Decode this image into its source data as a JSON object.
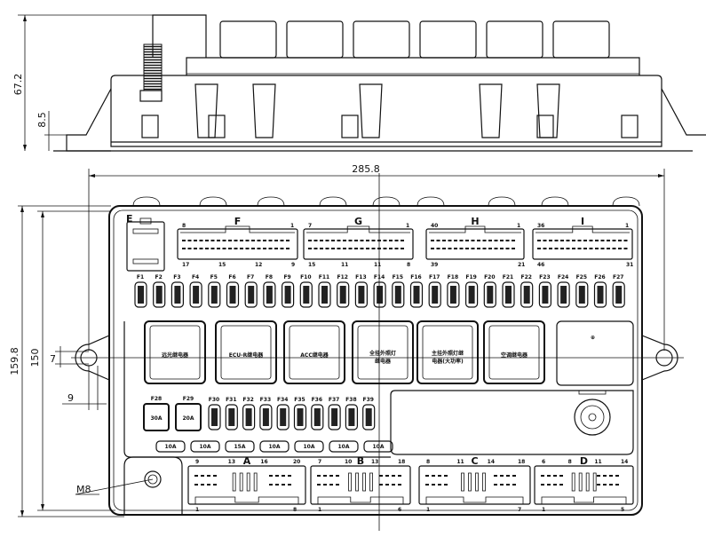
{
  "dimensions": {
    "height_total": "67.2",
    "foot_height": "8.5",
    "width_overall": "285.8",
    "depth_overall": "159.8",
    "depth_inner": "150",
    "ear_offset": "7",
    "ear_width": "9",
    "bolt_thread": "M8"
  },
  "connectors_top": [
    {
      "id": "E"
    },
    {
      "id": "F",
      "pins_top": [
        "8",
        "1"
      ],
      "pins_bottom": [
        "17",
        "15",
        "12",
        "9"
      ]
    },
    {
      "id": "G",
      "pins_top": [
        "7",
        "1"
      ],
      "pins_bottom": [
        "15",
        "11",
        "11",
        "8"
      ]
    },
    {
      "id": "H",
      "pins_top": [
        "40",
        "1"
      ],
      "pins_bottom": [
        "39",
        "21"
      ]
    },
    {
      "id": "I",
      "pins_top": [
        "36",
        "1"
      ],
      "pins_bottom": [
        "46",
        "31"
      ]
    }
  ],
  "fuses_top": [
    "F1",
    "F2",
    "F3",
    "F4",
    "F5",
    "F6",
    "F7",
    "F8",
    "F9",
    "F10",
    "F11",
    "F12",
    "F13",
    "F14",
    "F15",
    "F16",
    "F17",
    "F18",
    "F19",
    "F20",
    "F21",
    "F22",
    "F23",
    "F24",
    "F25",
    "F26",
    "F27"
  ],
  "relays": [
    {
      "label": "远光继电器"
    },
    {
      "label": "ECU-R继电器"
    },
    {
      "label": "ACC继电器"
    },
    {
      "label": "全挂外照灯",
      "label2": "继电器"
    },
    {
      "label": "主挂外照灯继",
      "label2": "电器(大功率)"
    },
    {
      "label": "空调继电器"
    }
  ],
  "fuses_big": [
    {
      "id": "F28",
      "rating": "30A"
    },
    {
      "id": "F29",
      "rating": "20A"
    }
  ],
  "fuses_bottom": [
    "F30",
    "F31",
    "F32",
    "F33",
    "F34",
    "F35",
    "F36",
    "F37",
    "F38",
    "F39"
  ],
  "fuses_horizontal": [
    "10A",
    "10A",
    "15A",
    "10A",
    "10A",
    "10A",
    "10A"
  ],
  "connectors_bottom": [
    {
      "id": "A",
      "pins_top": [
        "9",
        "13",
        "16",
        "20"
      ],
      "pins_bottom": [
        "1",
        "8"
      ]
    },
    {
      "id": "B",
      "pins_top": [
        "7",
        "10",
        "13",
        "18"
      ],
      "pins_bottom": [
        "1",
        "6"
      ]
    },
    {
      "id": "C",
      "pins_top": [
        "8",
        "11",
        "14",
        "18"
      ],
      "pins_bottom": [
        "1",
        "7"
      ]
    },
    {
      "id": "D",
      "pins_top": [
        "6",
        "8",
        "11",
        "14"
      ],
      "pins_bottom": [
        "1",
        "5"
      ]
    }
  ]
}
